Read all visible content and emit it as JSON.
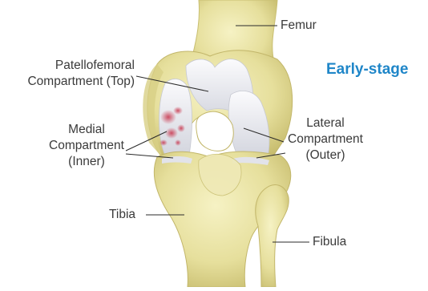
{
  "figure": {
    "stage": "Early-stage",
    "labels": {
      "femur": "Femur",
      "patellofemoral": [
        "Patellofemoral",
        "Compartment (Top)"
      ],
      "medial": [
        "Medial",
        "Compartment",
        "(Inner)"
      ],
      "lateral": [
        "Lateral",
        "Compartment",
        "(Outer)"
      ],
      "tibia": "Tibia",
      "fibula": "Fibula"
    },
    "colors": {
      "bone": "#ece7a8",
      "bone_shadow": "#c9bf72",
      "cartilage": "#e8e9ef",
      "inflammation": "#c8324a",
      "title": "#1f86c8",
      "label_text": "#3a3a3a",
      "leader_line": "#2b2b2b"
    }
  }
}
